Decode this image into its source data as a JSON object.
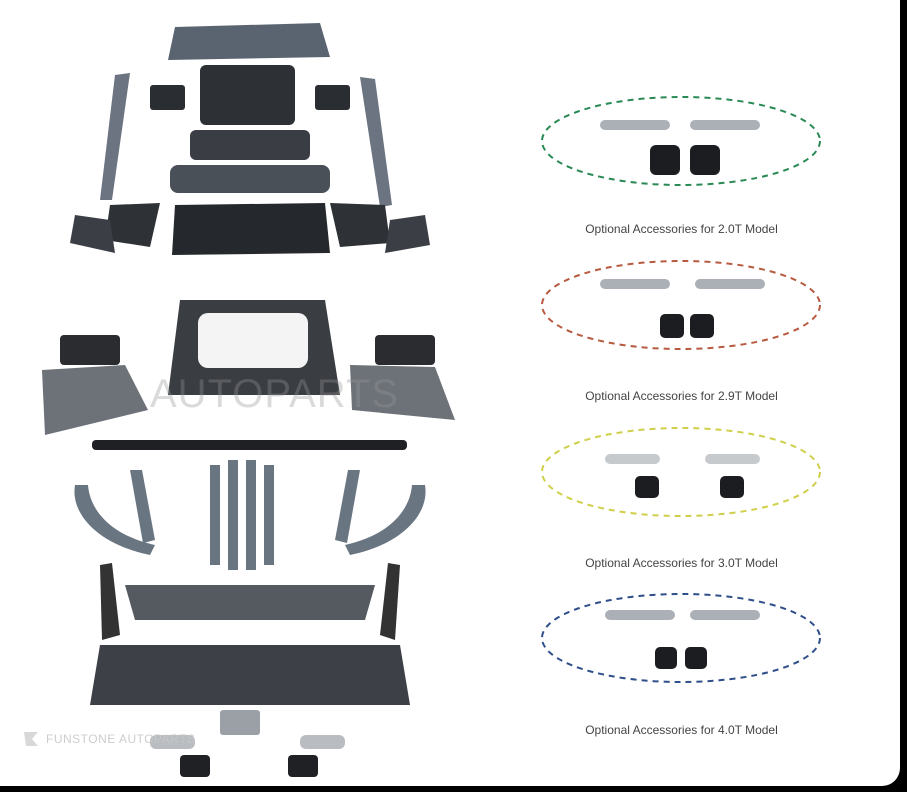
{
  "watermark": "AUTOPARTS",
  "brand_logo_text": "FUNSTONE AUTOPARTS",
  "accessories": [
    {
      "caption": "Optional Accessories for 2.0T Model",
      "ring_color": "#2a8a55"
    },
    {
      "caption": "Optional Accessories for 2.9T Model",
      "ring_color": "#b85a40"
    },
    {
      "caption": "Optional Accessories for 3.0T Model",
      "ring_color": "#cfcf4a"
    },
    {
      "caption": "Optional Accessories for 4.0T Model",
      "ring_color": "#2f4f8a"
    }
  ]
}
